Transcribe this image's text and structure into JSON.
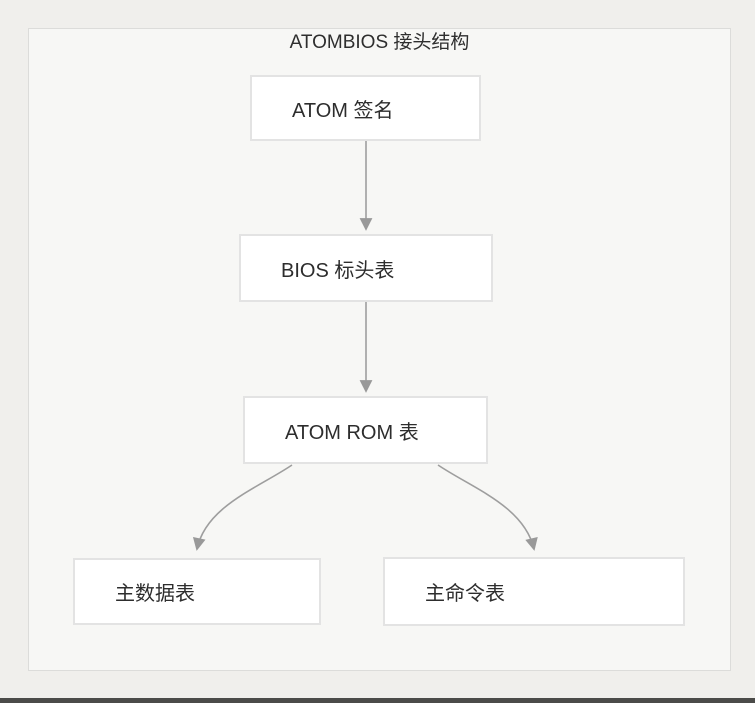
{
  "page": {
    "title": "ATOMBIOS 接头结构"
  },
  "diagram": {
    "nodes": [
      {
        "id": "atom-signature",
        "label": "ATOM 签名"
      },
      {
        "id": "bios-header-table",
        "label": "BIOS 标头表"
      },
      {
        "id": "atom-rom-table",
        "label": "ATOM ROM 表"
      },
      {
        "id": "master-data-table",
        "label": "主数据表"
      },
      {
        "id": "master-command-table",
        "label": "主命令表"
      }
    ],
    "edges": [
      {
        "from": "atom-signature",
        "to": "bios-header-table"
      },
      {
        "from": "bios-header-table",
        "to": "atom-rom-table"
      },
      {
        "from": "atom-rom-table",
        "to": "master-data-table"
      },
      {
        "from": "atom-rom-table",
        "to": "master-command-table"
      }
    ]
  },
  "colors": {
    "page_background": "#f0efec",
    "panel_background": "#f7f7f5",
    "panel_border": "#dcdcda",
    "node_background": "#ffffff",
    "node_border": "#e3e3e3",
    "text": "#2d2d2d",
    "arrow": "#9e9e9e",
    "bottom_bar": "#4b4b49"
  }
}
